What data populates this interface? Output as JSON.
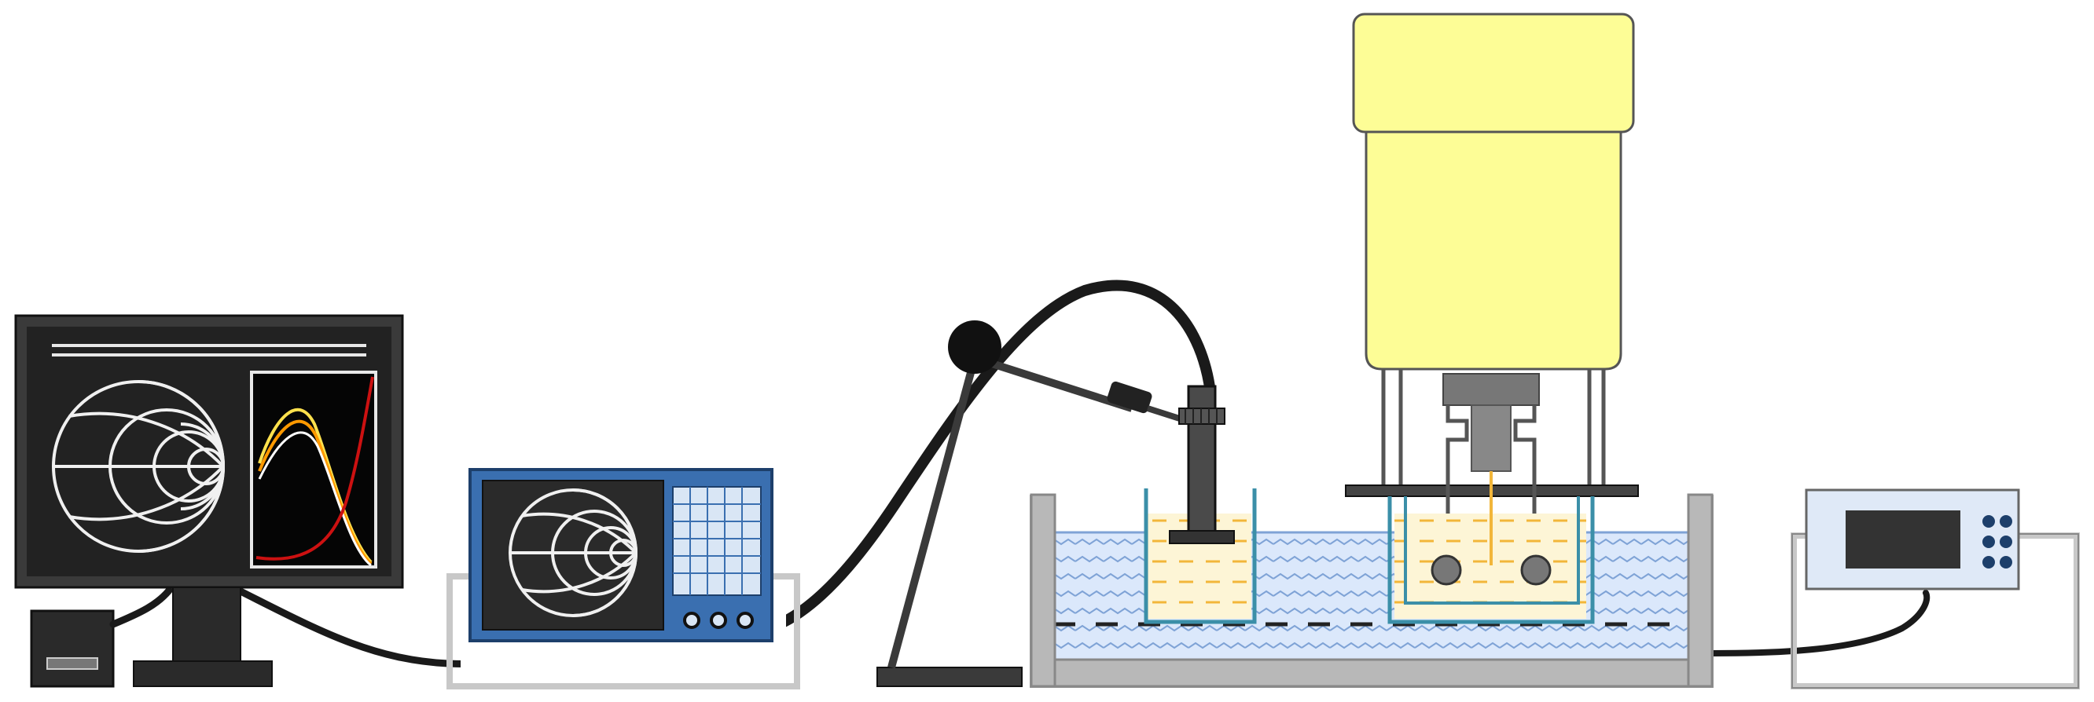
{
  "figure": {
    "description_text": "",
    "colors": {
      "background": "#ffffff",
      "monitor_body": "#222222",
      "monitor_frame": "#3a3a3a",
      "screen_lines": "#e8e8e8",
      "vna_body": "#3a6fb0",
      "vna_screen": "#2a2a2a",
      "keypad": "#d9e6f5",
      "cable": "#1a1a1a",
      "bench": "#c8c8c8",
      "bath_water": "#dbe8fb",
      "bath_wave": "#7fa3d6",
      "beaker_outline": "#3b8fa8",
      "sample_liquid": "#fdf5d6",
      "sample_dash": "#f2b63a",
      "magnet_yellow": "#fdfd96",
      "magnet_outline": "#555555",
      "probe_gray": "#4a4a4a",
      "controller_body": "#dfe9f7",
      "controller_display": "#333333",
      "plot_red": "#cc1111",
      "plot_orange": "#ff9900",
      "plot_yellow": "#ffe14d"
    },
    "components": [
      {
        "id": "computer-monitor",
        "icon": "monitor-icon"
      },
      {
        "id": "computer-tower",
        "icon": "computer-tower-icon"
      },
      {
        "id": "vector-network-analyzer",
        "icon": "vna-icon"
      },
      {
        "id": "probe-stand",
        "icon": "clamp-stand-icon"
      },
      {
        "id": "temperature-bath",
        "icon": "water-bath-icon"
      },
      {
        "id": "sample-beaker",
        "icon": "beaker-icon"
      },
      {
        "id": "magnet-cylinder",
        "icon": "magnet-icon"
      },
      {
        "id": "temperature-controller",
        "icon": "controller-icon"
      }
    ]
  }
}
